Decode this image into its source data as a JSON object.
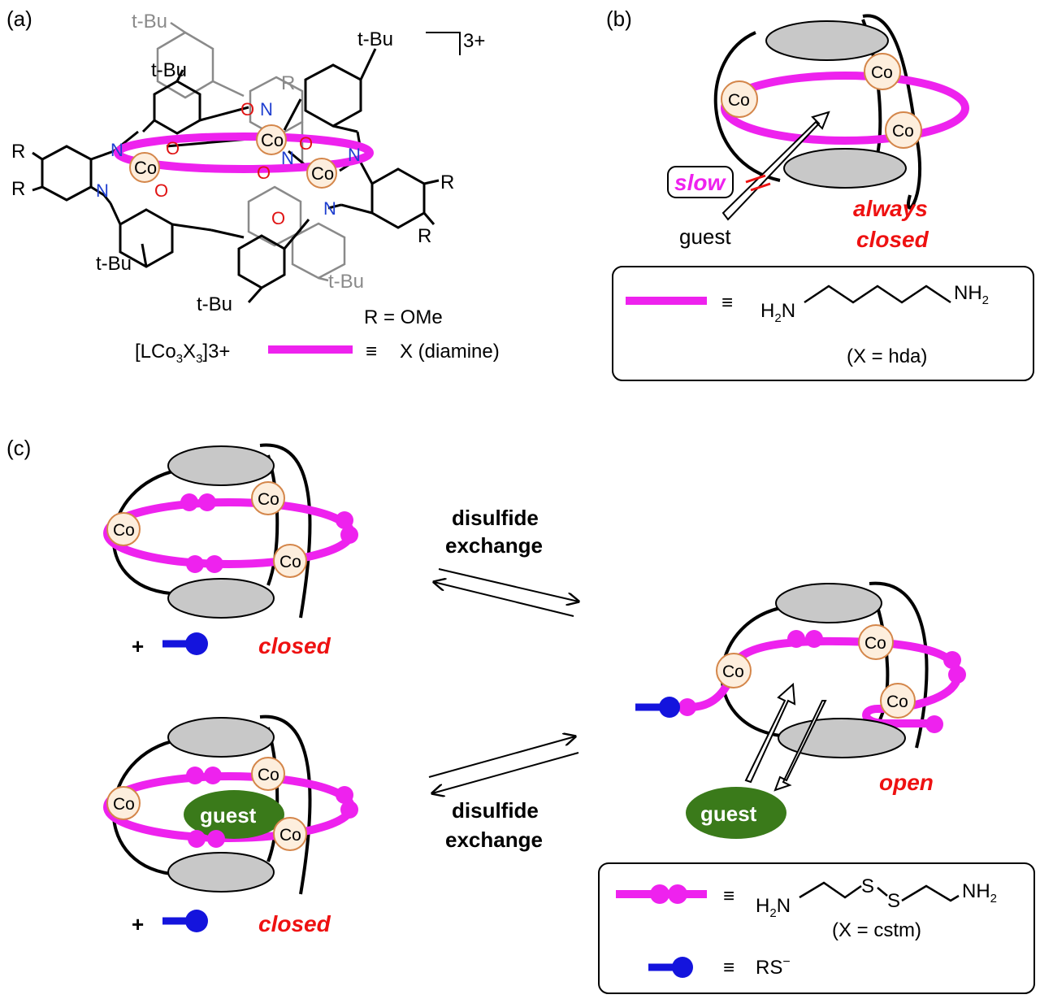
{
  "panels": {
    "a": {
      "label": "(a)",
      "charge": "3+",
      "tbu": "t-Bu",
      "substituent_R": "R",
      "atom_N": "N",
      "atom_O": "O",
      "atom_Co": "Co",
      "r_definition": "R = OMe",
      "formula_prefix": "[LCo",
      "formula_sub1": "3",
      "formula_x": "X",
      "formula_sub2": "3",
      "formula_charge": "]3+",
      "equiv": "≡",
      "diamine": "X (diamine)"
    },
    "b": {
      "label": "(b)",
      "co": "Co",
      "slow": "slow",
      "guest": "guest",
      "always": "always",
      "closed": "closed",
      "legend_equiv": "≡",
      "h2n_h": "H",
      "h2n_sub": "2",
      "h2n_n": "N",
      "nh2_n": "NH",
      "nh2_sub": "2",
      "x_hda": "(X = hda)"
    },
    "c": {
      "label": "(c)",
      "co": "Co",
      "disulfide": "disulfide",
      "exchange": "exchange",
      "plus": "+",
      "closed": "closed",
      "open": "open",
      "guest": "guest",
      "legend_equiv": "≡",
      "s": "S",
      "x_cstm": "(X = cstm)",
      "rs": "RS",
      "rs_charge": "−"
    }
  },
  "colors": {
    "magenta": "#ee22ee",
    "red": "#ee1111",
    "blue": "#1414dd",
    "green": "#3a7a1a",
    "gray_disc": "#c8c8c8",
    "co_fill": "#fdeedd",
    "co_stroke": "#d4864a"
  }
}
